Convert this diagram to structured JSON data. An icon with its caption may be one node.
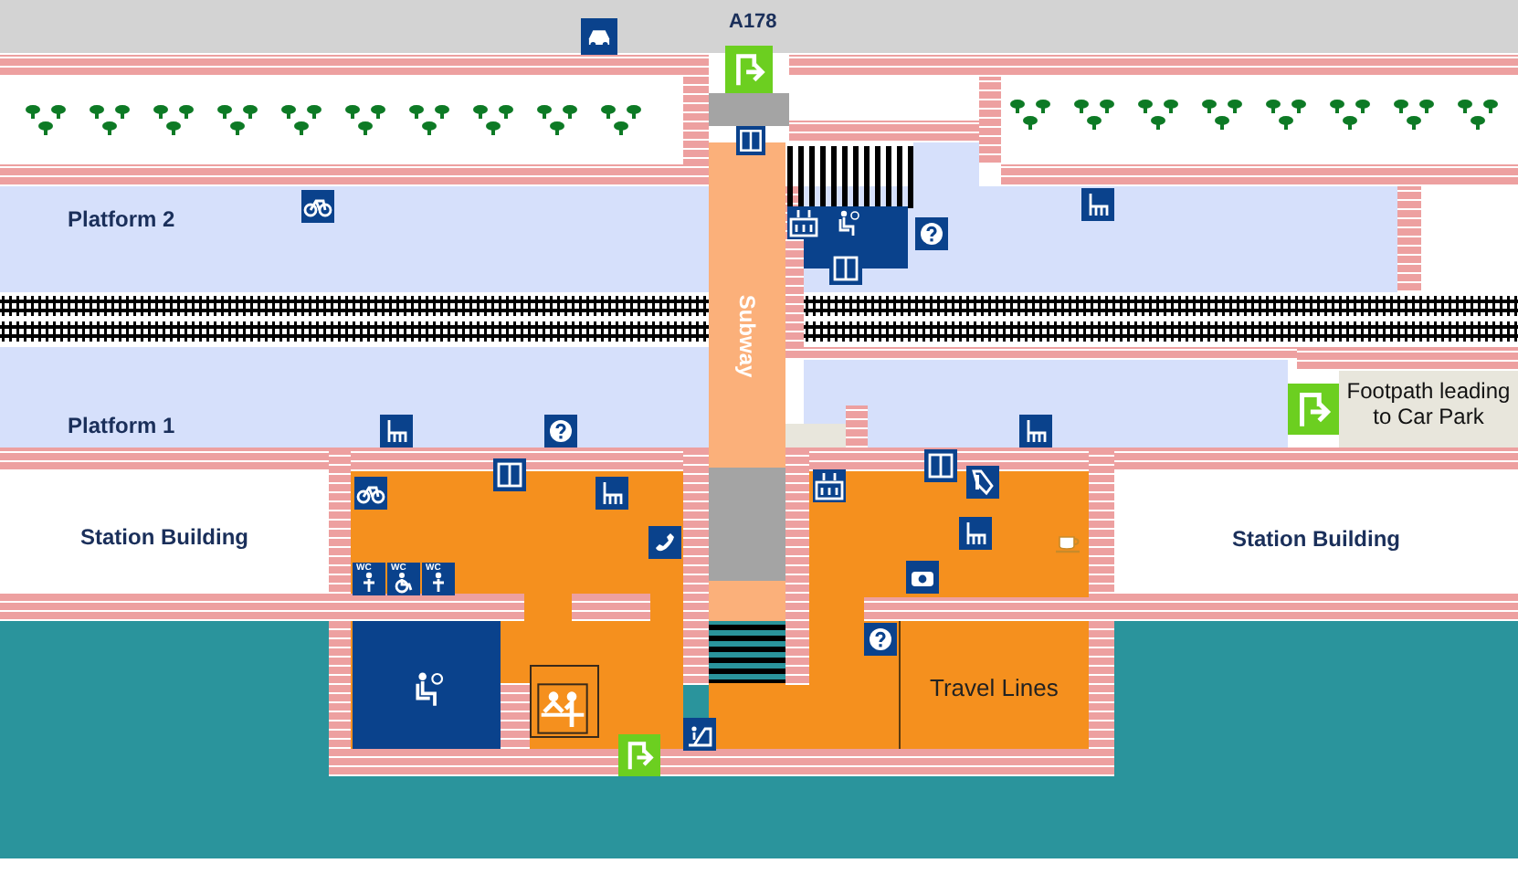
{
  "diagram": {
    "nodes": [
      {
        "text": [
          "Platform 2"
        ]
      },
      {
        "text": [
          "Platform 1"
        ]
      },
      {
        "text": [
          "Subway"
        ]
      },
      {
        "text": [
          "Station Building"
        ]
      },
      {
        "text": [
          "Station Building"
        ]
      },
      {
        "text": [
          "Travel Lines"
        ]
      },
      {
        "text": [
          "Footpath leading to Car Park"
        ]
      }
    ],
    "labels": [
      "A178",
      "WC",
      "WC",
      "WC"
    ]
  }
}
